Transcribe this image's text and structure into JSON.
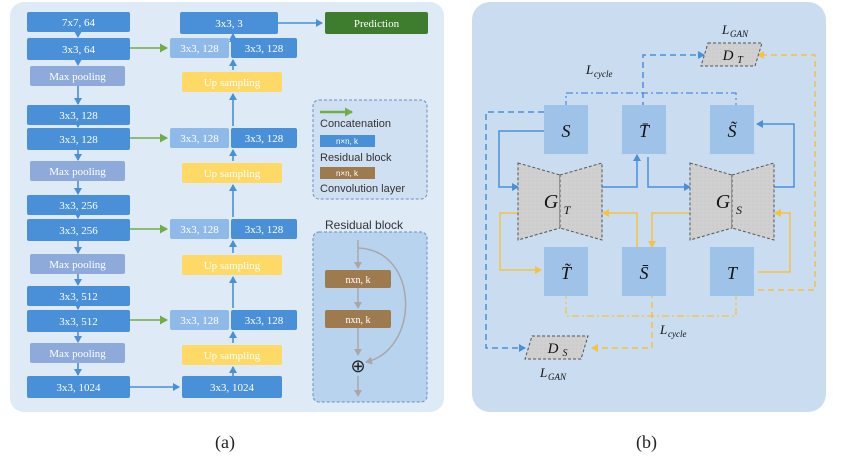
{
  "panel_a": {
    "caption": "(a)",
    "encoder": [
      "7x7, 64",
      "3x3, 64",
      "Max pooling",
      "3x3, 128",
      "3x3, 128",
      "Max pooling",
      "3x3, 256",
      "3x3, 256",
      "Max pooling",
      "3x3, 512",
      "3x3, 512",
      "Max pooling",
      "3x3, 1024"
    ],
    "decoder_top": "3x3, 3",
    "prediction": "Prediction",
    "skip_left": "3x3, 128",
    "skip_right": "3x3, 128",
    "upsampling": "Up sampling",
    "bottom_decoder": "3x3, 1024",
    "legend": {
      "concat_label": "Concatenation",
      "res_box": "n×n, k",
      "res_label": "Residual block",
      "conv_box": "n×n, k",
      "conv_label": "Convolution layer"
    },
    "resblock": {
      "title": "Residual block",
      "layer1": "nxn, k",
      "layer2": "nxn, k",
      "sum": "⊕"
    }
  },
  "panel_b": {
    "caption": "(b)",
    "nodes": {
      "S": "S",
      "T_bar": "T̄",
      "S_tilde": "S̃",
      "G_T": "G",
      "G_T_sub": "T",
      "G_S": "G",
      "G_S_sub": "S",
      "T_tilde": "T̃",
      "S_bar": "S̄",
      "T": "T",
      "D_T": "D",
      "D_T_sub": "T",
      "D_S": "D",
      "D_S_sub": "S"
    },
    "labels": {
      "gan_top": "L",
      "gan_top_sub": "GAN",
      "cycle_top": "L",
      "cycle_top_sub": "cycle",
      "cycle_bottom": "L",
      "cycle_bottom_sub": "cycle",
      "gan_bottom": "L",
      "gan_bottom_sub": "GAN"
    }
  },
  "colors": {
    "panel_bg": "#deeaf5",
    "block_blue": "#4a90d9",
    "block_light": "#8fb9e8",
    "pool": "#8eaadb",
    "upsample": "#ffd966",
    "prediction": "#3e7d2e",
    "concat_arrow": "#70ad47",
    "arrow_blue": "#4a90d9",
    "conv_brown": "#9e7b4f",
    "b_bg": "#c9dcf0",
    "node_blue": "#9fc3e8",
    "gen_gray": "#c8c8c8",
    "yellow": "#f5c242"
  }
}
